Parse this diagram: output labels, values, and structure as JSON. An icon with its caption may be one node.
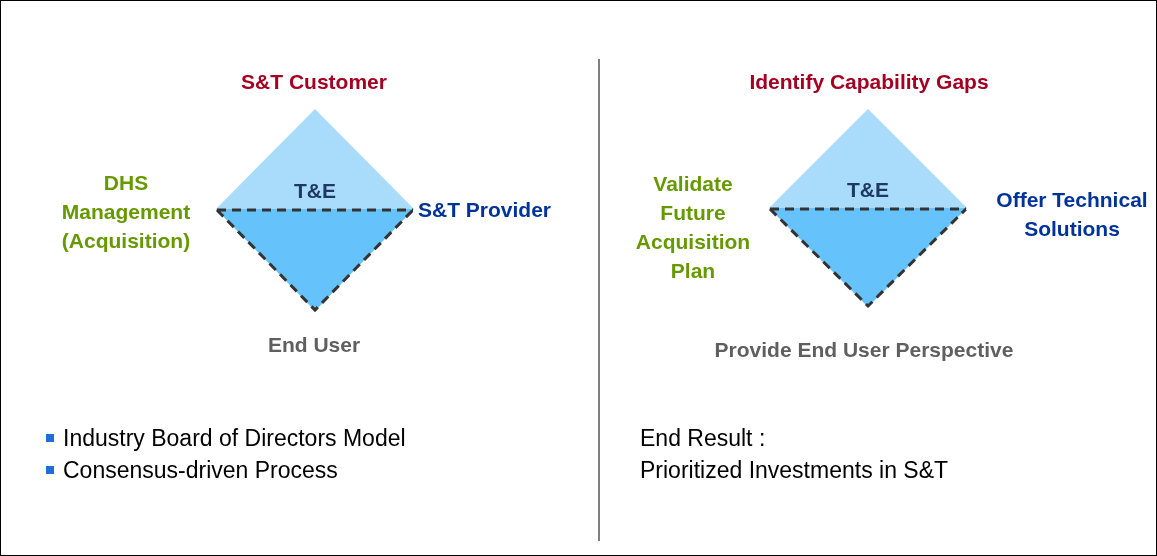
{
  "diagram": {
    "nodes": [
      {
        "text": [
          "T&E"
        ]
      },
      {
        "text": [],
        "shape": "triangle"
      },
      {
        "text": [
          "T&E"
        ]
      },
      {
        "text": [],
        "shape": "triangle"
      }
    ],
    "edges": [],
    "labels": [
      "S&T Customer",
      "DHS Management (Acquisition)",
      "S&T Provider",
      "End User",
      "Industry Board of Directors Model",
      "Consensus-driven Process",
      "Identify Capability Gaps",
      "Validate Future Acquisition Plan",
      "Offer Technical Solutions",
      "Provide End User Perspective",
      "End Result :",
      "Prioritized Investments in S&T"
    ]
  }
}
